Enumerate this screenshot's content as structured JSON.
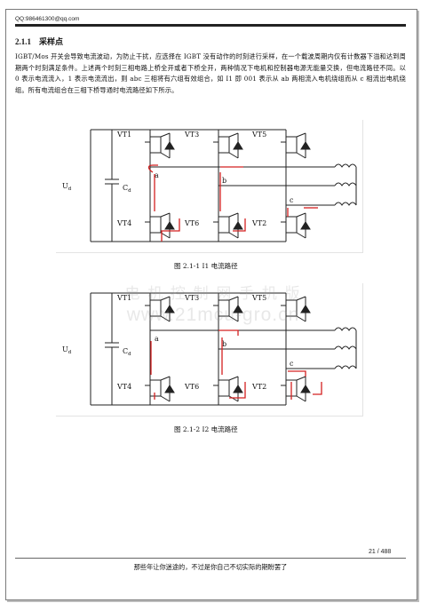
{
  "header": {
    "email": "QQ:986461300@qq.com"
  },
  "section": {
    "number": "2.1.1",
    "title": "采样点"
  },
  "paragraph": "IGBT/Mos 开关会导致电流波动，为防止干扰，应选择在 IGBT 没有动作的时刻进行采样，在一个载波周期内仅有计数器下溢和达到周期两个时刻满足条件。上述两个时刻三相电路上桥全开或者下桥全开，两种情况下电机和控制器电源无能量交换，但电流路径不同。以 0 表示电流流入，1 表示电流流出，则 abc 三相将有六组有效组合，如 I1 即 001 表示从 ab 两相流入电机绕组而从 c 相流出电机绕组。所有电流组合在三相下桥导通时电流路径如下所示。",
  "diagram": {
    "switch_labels": [
      "VT1",
      "VT3",
      "VT5",
      "VT4",
      "VT6",
      "VT2"
    ],
    "phase_labels": [
      "a",
      "b",
      "c"
    ],
    "voltage_label": "U",
    "voltage_sub": "d",
    "cap_label": "C",
    "cap_sub": "d",
    "current_color": "#d42020"
  },
  "figure1": {
    "caption": "图  2.1-1 I1 电流路径"
  },
  "figure2": {
    "caption": "图  2.1-2 I2 电流路径"
  },
  "watermark": {
    "line1": "电 机 控 制 网 手 机 版",
    "line2": "www.21mcu-gro.cn"
  },
  "page": {
    "number": "21 / 488"
  },
  "footer": {
    "text": "那些年让你迷途的，不过是你自己不切实际的期盼罢了"
  }
}
